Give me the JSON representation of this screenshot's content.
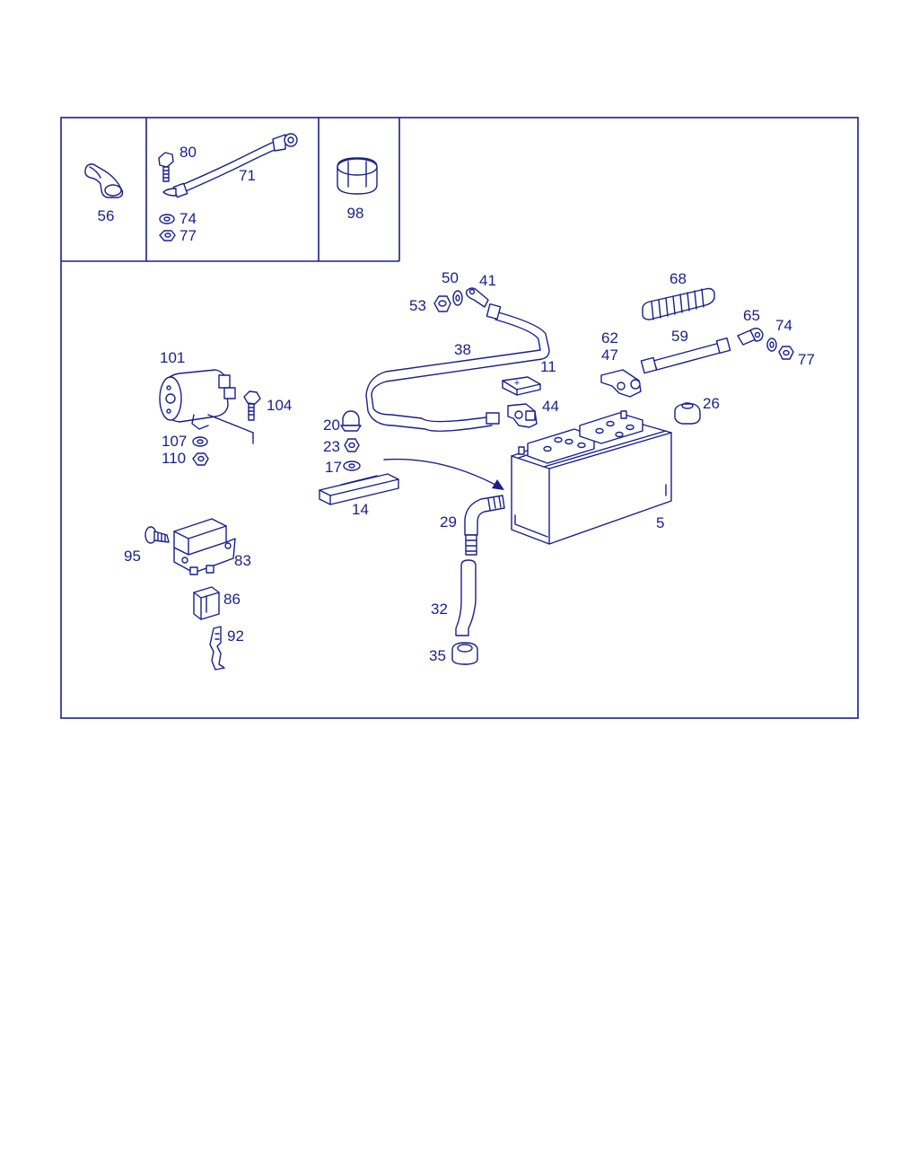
{
  "labels": {
    "p56": "56",
    "p80": "80",
    "p71": "71",
    "p74a": "74",
    "p77a": "77",
    "p98": "98",
    "p50": "50",
    "p41": "41",
    "p53": "53",
    "p68": "68",
    "p65": "65",
    "p74b": "74",
    "p77b": "77",
    "p62": "62",
    "p47": "47",
    "p59": "59",
    "p38": "38",
    "p11": "11",
    "p101": "101",
    "p104": "104",
    "p44": "44",
    "p26": "26",
    "p20": "20",
    "p23": "23",
    "p17": "17",
    "p107": "107",
    "p110": "110",
    "p14": "14",
    "p29": "29",
    "p5": "5",
    "p95": "95",
    "p83": "83",
    "p86": "86",
    "p92": "92",
    "p32": "32",
    "p35": "35"
  },
  "battery": {
    "polarity_mark": "+"
  },
  "colors": {
    "line": "#1a1f8a",
    "background": "#ffffff"
  }
}
